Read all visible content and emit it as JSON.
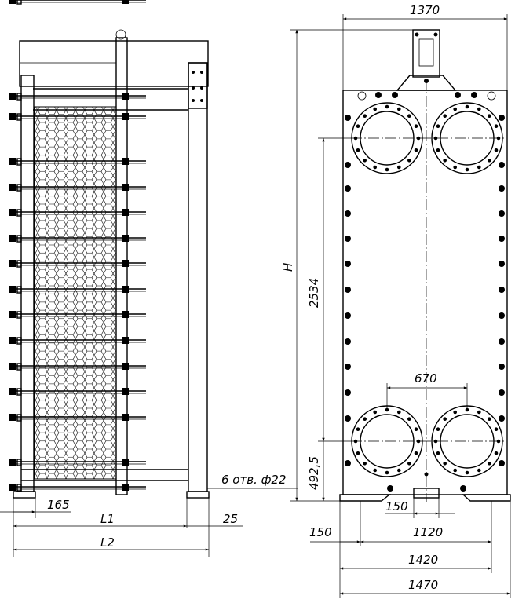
{
  "drawing": {
    "left_view": {
      "dim_165": "165",
      "dim_L1": "L1",
      "dim_25": "25",
      "dim_L2": "L2",
      "holes_note": "6 отв. ф22"
    },
    "right_view": {
      "dim_1370": "1370",
      "dim_H": "H",
      "dim_2534": "2534",
      "dim_670": "670",
      "dim_4925": "492,5",
      "dim_150_inner": "150",
      "dim_150_outer": "150",
      "dim_1120": "1120",
      "dim_1420": "1420",
      "dim_1470": "1470"
    }
  }
}
